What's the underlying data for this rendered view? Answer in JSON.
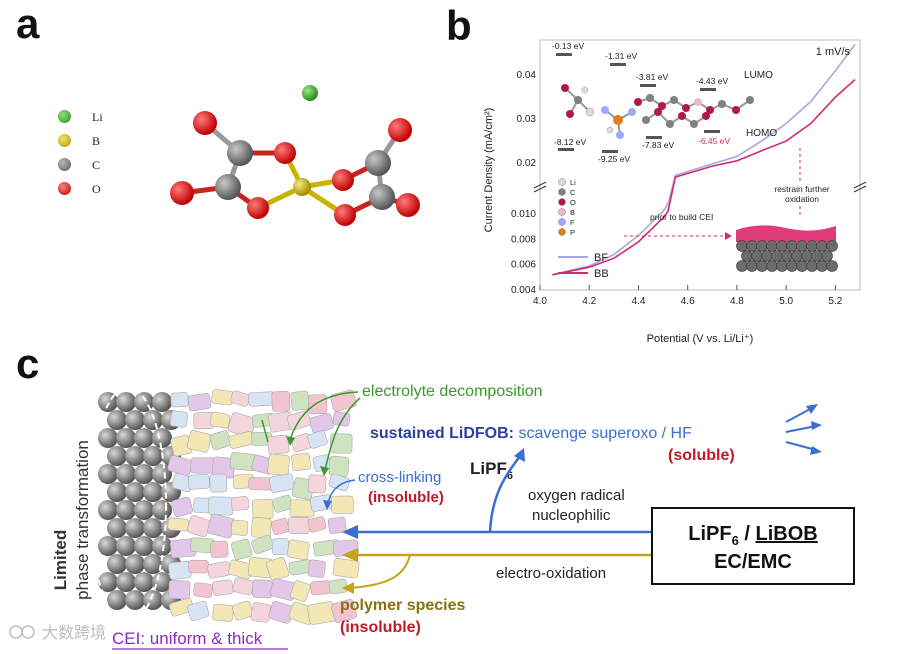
{
  "panel_a": {
    "letter": "a",
    "legend": [
      {
        "label": "Li",
        "color": "#3aa02a"
      },
      {
        "label": "B",
        "color": "#c8b400"
      },
      {
        "label": "C",
        "color": "#777777"
      },
      {
        "label": "O",
        "color": "#d81818"
      }
    ]
  },
  "panel_b": {
    "letter": "b",
    "scan_rate": "1 mV/s",
    "xlabel": "Potential (V vs. Li/Li⁺)",
    "ylabel": "Current Density (mA/cm²)",
    "lumo_label": "LUMO",
    "homo_label": "HOMO",
    "energy_levels": [
      "-0.13 eV",
      "-1.31 eV",
      "-3.81 eV",
      "-4.43 eV",
      "-6.45 eV",
      "-8.12 eV",
      "-9.25 eV",
      "-7.83 eV"
    ],
    "annotation_restrain": [
      "restrain further",
      "oxidation"
    ],
    "annotation_cei": "prior to build CEI",
    "atom_legend": [
      {
        "label": "Li",
        "color": "#dcdcdc"
      },
      {
        "label": "C",
        "color": "#808080"
      },
      {
        "label": "O",
        "color": "#b0194a"
      },
      {
        "label": "B",
        "color": "#f0b6cc"
      },
      {
        "label": "F",
        "color": "#9aa8ff"
      },
      {
        "label": "P",
        "color": "#e0801a"
      }
    ]
  },
  "chart_data": {
    "type": "line",
    "xlabel": "Potential (V vs. Li/Li⁺)",
    "ylabel": "Current Density (mA/cm²)",
    "xlim": [
      4.0,
      5.3
    ],
    "x_ticks": [
      "4.0",
      "4.2",
      "4.4",
      "4.6",
      "4.8",
      "5.0",
      "5.2"
    ],
    "y_ticks_lower": [
      "0.004",
      "0.006",
      "0.008",
      "0.010"
    ],
    "y_ticks_upper": [
      "0.02",
      "0.03",
      "0.04"
    ],
    "lower_ylim": [
      0.004,
      0.0115
    ],
    "upper_ylim": [
      0.015,
      0.048
    ],
    "series": [
      {
        "name": "BF",
        "color": "#a7a7e3",
        "lower": [
          [
            4.05,
            0.0052
          ],
          [
            4.2,
            0.0059
          ],
          [
            4.3,
            0.0068
          ],
          [
            4.4,
            0.0083
          ],
          [
            4.5,
            0.0102
          ],
          [
            4.52,
            0.0108
          ]
        ],
        "upper": [
          [
            4.55,
            0.0172
          ],
          [
            4.7,
            0.0198
          ],
          [
            4.8,
            0.0215
          ],
          [
            4.9,
            0.025
          ],
          [
            5.0,
            0.029
          ],
          [
            5.1,
            0.034
          ],
          [
            5.2,
            0.041
          ],
          [
            5.28,
            0.047
          ]
        ]
      },
      {
        "name": "BB",
        "color": "#d62a6e",
        "lower": [
          [
            4.05,
            0.0052
          ],
          [
            4.2,
            0.0058
          ],
          [
            4.3,
            0.0065
          ],
          [
            4.4,
            0.0078
          ],
          [
            4.5,
            0.0097
          ],
          [
            4.52,
            0.0102
          ]
        ],
        "upper": [
          [
            4.55,
            0.0168
          ],
          [
            4.7,
            0.0193
          ],
          [
            4.8,
            0.0205
          ],
          [
            4.9,
            0.0228
          ],
          [
            5.0,
            0.025
          ],
          [
            5.1,
            0.029
          ],
          [
            5.2,
            0.035
          ],
          [
            5.28,
            0.039
          ]
        ]
      }
    ]
  },
  "panel_c": {
    "letter": "c",
    "side_label": [
      "Limited",
      "phase transformation"
    ],
    "electrolyte_decomposition": "electrolyte decomposition",
    "sustained_bold": "sustained LiDFOB:",
    "sustained_rest": " scavenge superoxo / HF",
    "soluble": "(soluble)",
    "lipf6_mid": "LiPF",
    "lipf6_sub": "6",
    "cross_linking": "cross-linking",
    "insoluble_1": "(insoluble)",
    "oxygen_radical": "oxygen radical",
    "nucleophilic": "nucleophilic",
    "electro_oxidation": "electro-oxidation",
    "polymer_species": "polymer species",
    "insoluble_2": "(insoluble)",
    "box_line1_a": "LiPF",
    "box_line1_sub": "6",
    "box_line1_b": " / ",
    "box_line1_c": "LiBOB",
    "box_line2": "EC/EMC",
    "cei_label": "CEI: uniform & thick",
    "watermark": "大数跨境"
  }
}
